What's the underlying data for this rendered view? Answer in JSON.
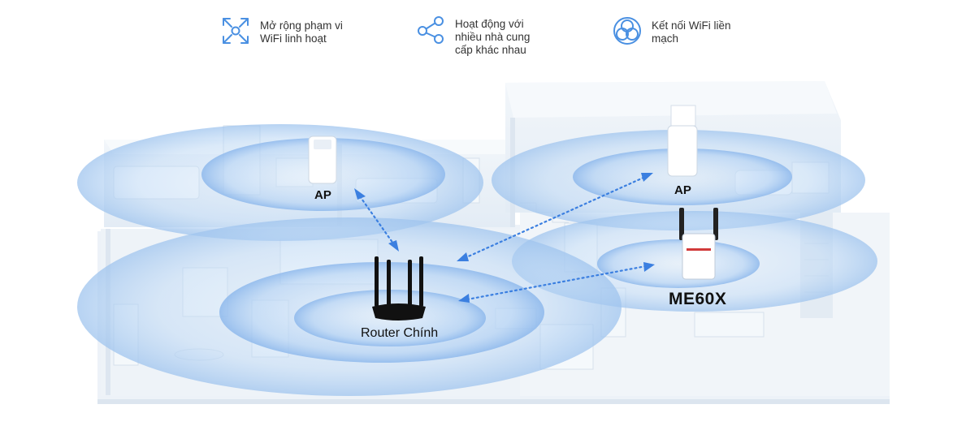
{
  "features": [
    {
      "icon": "expand-arrows-icon",
      "text": "Mở rộng phạm vi\nWiFi linh hoạt"
    },
    {
      "icon": "share-nodes-icon",
      "text": "Hoạt động với\nnhiều nhà cung\ncấp khác nhau"
    },
    {
      "icon": "wifi-rings-icon",
      "text": "Kết nối WiFi liền\nmạch"
    }
  ],
  "devices": {
    "ap_left": "AP",
    "ap_right": "AP",
    "router": "Router Chính",
    "extender": "ME60X"
  },
  "colors": {
    "accent": "#4A90E2",
    "signal": "#B9D6F5",
    "house": "#E9F1F9",
    "link": "#3B7FE0"
  }
}
